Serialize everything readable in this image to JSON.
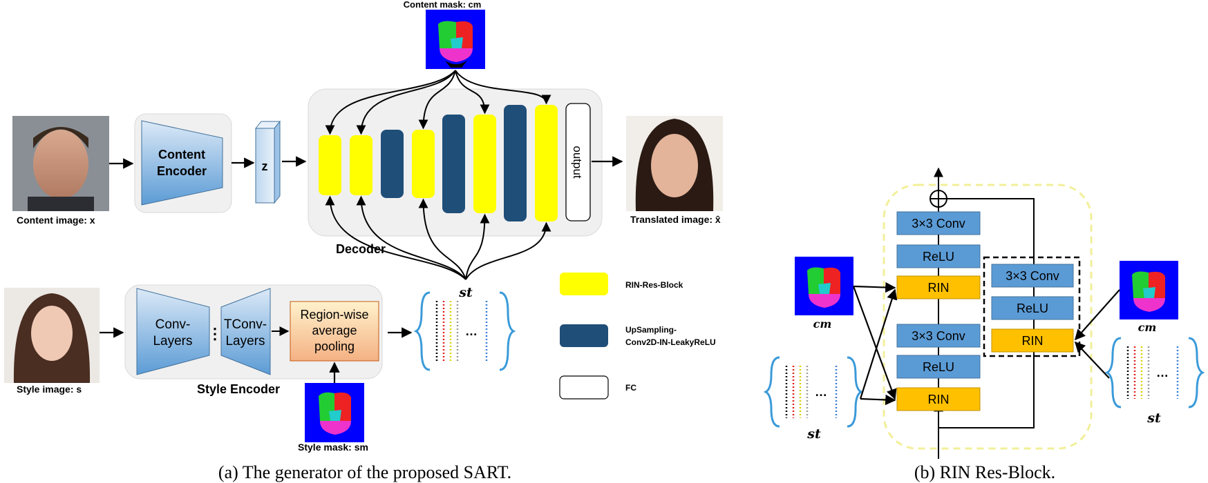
{
  "panel_a": {
    "content_mask_label": "Content mask: cm",
    "content_image_label": "Content image: x",
    "content_encoder_label": "Content Encoder",
    "latent_label": "z",
    "decoder_label": "Decoder",
    "output_label": "output",
    "translated_label": "Translated image: x̂",
    "style_code_label": "st",
    "style_image_label": "Style image: s",
    "conv_layers_label": "Conv-Layers",
    "tconv_layers_label": "TConv-Layers",
    "pooling_label": "Region-wise average pooling",
    "style_encoder_label": "Style Encoder",
    "style_mask_label": "Style mask: sm",
    "caption": "(a) The generator of the proposed SART."
  },
  "legend": {
    "rin_res_block": "RIN-Res-Block",
    "upsampling_line1": "UpSampling-",
    "upsampling_line2": "Conv2D-IN-LeakyReLU",
    "fc": "FC"
  },
  "panel_b": {
    "conv_label": "3×3 Conv",
    "relu_label": "ReLU",
    "rin_label": "RIN",
    "cm_label": "cm",
    "st_label": "st",
    "caption": "(b) RIN Res-Block."
  },
  "colors": {
    "yellow_block": "#ffff00",
    "navy_block": "#1f4e79",
    "blue_box": "#5b9bd5",
    "orange_box": "#ffc000",
    "brace_blue": "#3a9ad9",
    "mask_blue": "#0000ff"
  }
}
